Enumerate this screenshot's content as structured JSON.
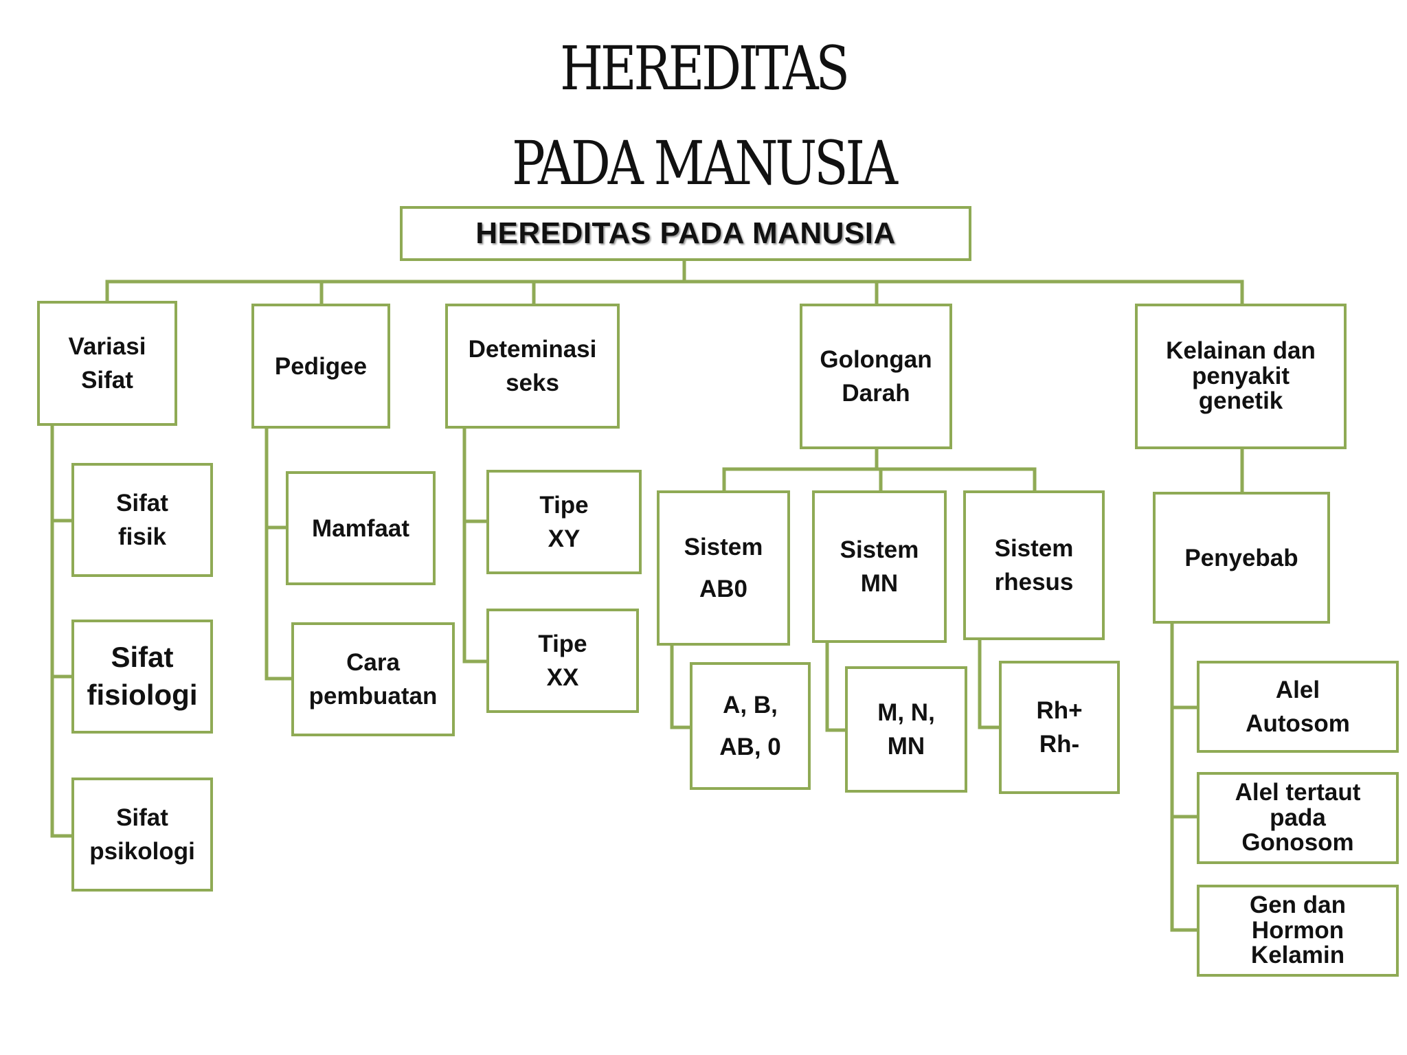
{
  "title": {
    "line1": "HEREDITAS",
    "line2": "PADA MANUSIA"
  },
  "root": "HEREDITAS PADA MANUSIA",
  "nodes": {
    "variasi": "Variasi\nSifat",
    "sifat_fisik": "Sifat\nfisik",
    "sifat_fisiologi": "Sifat\nfisiologi",
    "sifat_psikologi": "Sifat\npsikologi",
    "pedigee": "Pedigee",
    "mamfaat": "Mamfaat",
    "cara_pembuatan": "Cara\npembuatan",
    "determinasi": "Deteminasi\nseks",
    "tipe_xy": "Tipe\nXY",
    "tipe_xx": "Tipe\nXX",
    "golongan": "Golongan\nDarah",
    "sistem_abo": "Sistem\nAB0",
    "sistem_mn": "Sistem\nMN",
    "sistem_rhesus": "Sistem\nrhesus",
    "abo_values": "A, B,\nAB, 0",
    "mn_values": "M, N,\nMN",
    "rh_values": "Rh+\nRh-",
    "kelainan": "Kelainan dan\npenyakit\ngenetik",
    "penyebab": "Penyebab",
    "alel_autosom": "Alel\nAutosom",
    "alel_gonosom": "Alel tertaut\npada\nGonosom",
    "gen_hormon": "Gen dan\nHormon\nKelamin"
  },
  "colors": {
    "line": "#8faa55",
    "border": "#8faa55",
    "text": "#111111"
  }
}
